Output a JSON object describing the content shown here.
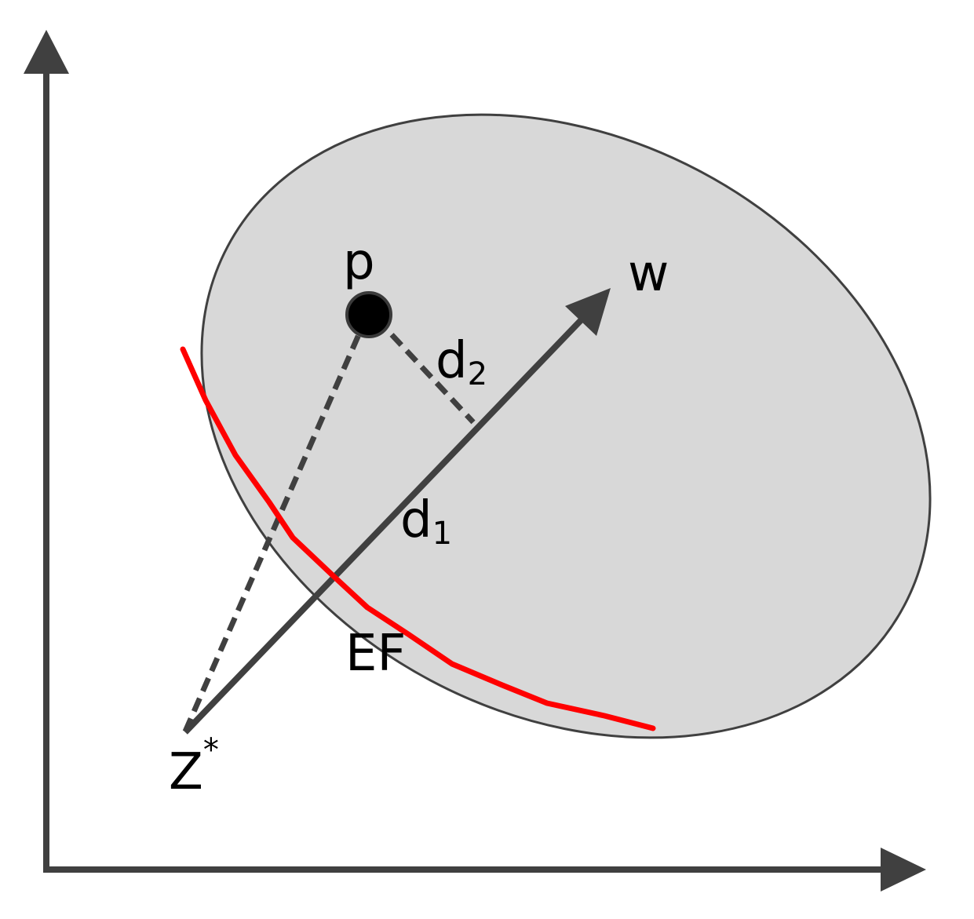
{
  "labels": {
    "point": "p",
    "weight_vector": "w",
    "distance_perpendicular": {
      "base": "d",
      "sub": "2"
    },
    "distance_along": {
      "base": "d",
      "sub": "1"
    },
    "efficient_front": "EF",
    "ideal_point": {
      "base": "Z",
      "sup": "*"
    }
  },
  "colors": {
    "axis": "#404040",
    "region_fill": "#d8d8d8",
    "region_stroke": "#404040",
    "front": "#ff0000",
    "point": "#000000",
    "dashed": "#404040",
    "text": "#000000"
  }
}
